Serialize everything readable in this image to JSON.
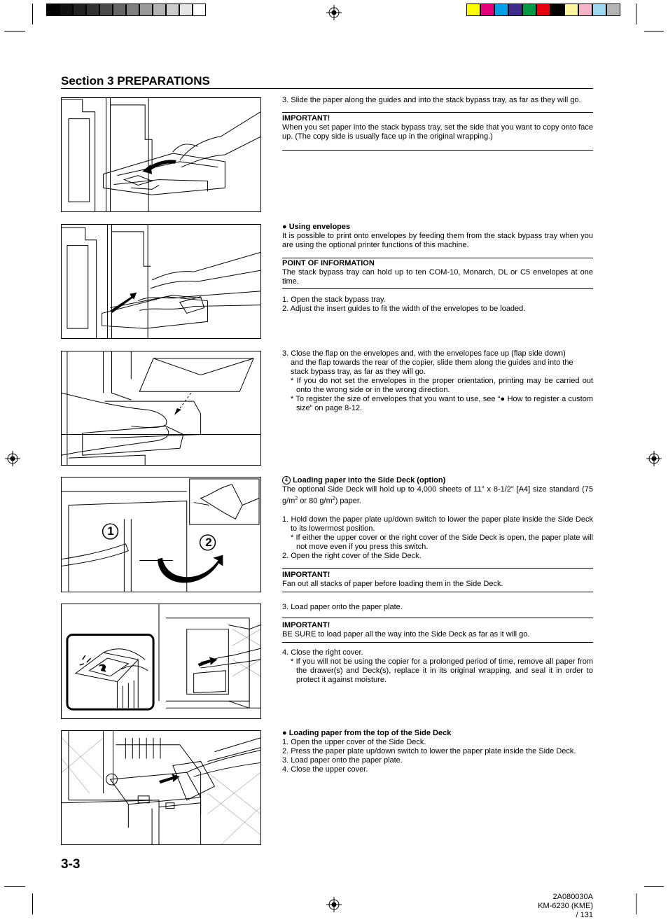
{
  "colors": {
    "grayscale_bar": [
      "#000000",
      "#111111",
      "#222222",
      "#333333",
      "#4a4a4a",
      "#666666",
      "#808080",
      "#999999",
      "#b3b3b3",
      "#cccccc",
      "#e6e6e6",
      "#ffffff"
    ],
    "color_bar": [
      "#ffff00",
      "#e6007e",
      "#00a0e9",
      "#3f2d8c",
      "#009944",
      "#e60012",
      "#000000",
      "#fff5a0",
      "#f5b2c8",
      "#a0d8ef",
      "#b5b5b5"
    ]
  },
  "header": {
    "section_title": "Section 3  PREPARATIONS"
  },
  "block1": {
    "step3": "3. Slide the paper along the guides and into the stack bypass tray, as far as they will go.",
    "important_label": "IMPORTANT!",
    "important_text": "When you set paper into the stack bypass tray, set the side that you want to copy onto face up. (The copy side is usually face up in the original wrapping.)"
  },
  "block2": {
    "heading": "● Using envelopes",
    "intro": "It is possible to print onto envelopes by feeding them from the stack bypass tray when you are using the optional printer functions of this machine.",
    "poi_label": "POINT OF INFORMATION",
    "poi_text": "The stack bypass tray can hold up to ten COM-10, Monarch, DL or C5 envelopes at one time.",
    "step1": "1. Open the stack bypass tray.",
    "step2": "2. Adjust the insert guides to fit the width of the envelopes to be loaded."
  },
  "block3": {
    "step3a": "3. Close the flap on the envelopes and, with the envelopes face up (flap side down)",
    "step3b": "and the flap towards the rear of the copier, slide them along the guides and into the stack bypass tray, as far as they will go.",
    "note1": "* If you do not set the envelopes in the proper orientation, printing may be carried out onto the wrong side or in the wrong direction.",
    "note2": "* To register the size of envelopes that you want to use, see “● How to register a custom size” on page 8-12."
  },
  "block4": {
    "heading_num": "4",
    "heading": "Loading paper into the Side Deck (option)",
    "intro_a": "The optional Side Deck will hold up to 4,000 sheets of 11\" x 8-1/2\" [A4] size standard (75 g/m",
    "intro_sup1": "2",
    "intro_b": " or 80 g/m",
    "intro_sup2": "2",
    "intro_c": ") paper.",
    "step1": "1. Hold down the paper plate up/down switch to lower the paper plate inside the Side Deck to its lowermost position.",
    "note1": "* If either the upper cover or the right cover of the Side Deck is open, the paper plate will not move even if you press this switch.",
    "step2": "2. Open the right cover of the Side Deck.",
    "important_label": "IMPORTANT!",
    "important_text": "Fan out all stacks of paper before loading them in the Side Deck.",
    "fig_callout_1": "1",
    "fig_callout_2": "2"
  },
  "block5": {
    "step3": "3. Load paper onto the paper plate.",
    "important_label": "IMPORTANT!",
    "important_text": "BE SURE to load paper all the way into the Side Deck as far as it will go.",
    "step4": "4. Close the right cover.",
    "note1": "* If you will not be using the copier for a prolonged period of time, remove all paper from the drawer(s) and Deck(s), replace it in its original wrapping, and seal it in order to protect it against moisture."
  },
  "block6": {
    "heading": "● Loading paper from the top of the Side Deck",
    "step1": "1. Open the upper cover of the Side Deck.",
    "step2": "2. Press the paper plate up/down switch to lower the paper plate inside the Side Deck.",
    "step3": "3. Load paper onto the paper plate.",
    "step4": "4. Close the upper cover."
  },
  "footer": {
    "page_number": "3-3",
    "code1": "2A080030A",
    "code2": "KM-6230 (KME)",
    "code3": "/ 131"
  }
}
